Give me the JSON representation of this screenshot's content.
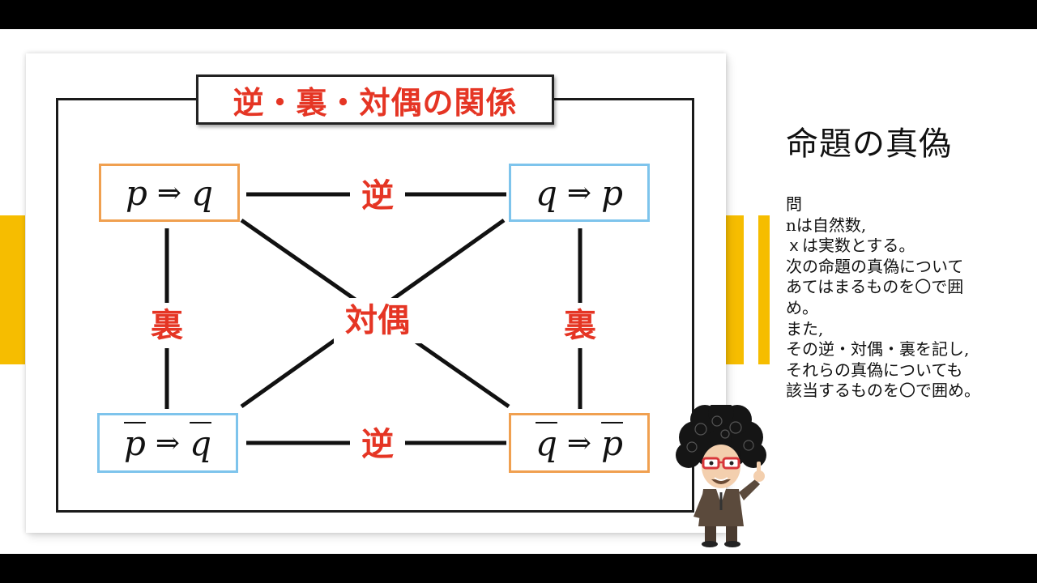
{
  "diagram": {
    "title": "逆・裏・対偶の関係",
    "nodes": {
      "top_left": {
        "left": "p",
        "arrow": "⇒",
        "right": "q",
        "negated": false
      },
      "top_right": {
        "left": "q",
        "arrow": "⇒",
        "right": "p",
        "negated": false
      },
      "bottom_left": {
        "left": "p",
        "arrow": "⇒",
        "right": "q",
        "negated": true
      },
      "bottom_right": {
        "left": "q",
        "arrow": "⇒",
        "right": "p",
        "negated": true
      }
    },
    "relations": {
      "top": "逆",
      "bottom": "逆",
      "left": "裏",
      "right": "裏",
      "center": "対偶"
    }
  },
  "sidebar": {
    "title": "命題の真偽",
    "problem_lines": [
      "問",
      "nは自然数,",
      "ｘは実数とする。",
      "次の命題の真偽について",
      "あてはまるものを〇で囲",
      "め。",
      "また,",
      "その逆・対偶・裏を記し,",
      "それらの真偽についても",
      "該当するものを〇で囲め。"
    ]
  },
  "colors": {
    "accent_yellow": "#f6bd00",
    "relation_red": "#e53524",
    "orange_border": "#f0a050",
    "blue_border": "#7ec4ec"
  }
}
